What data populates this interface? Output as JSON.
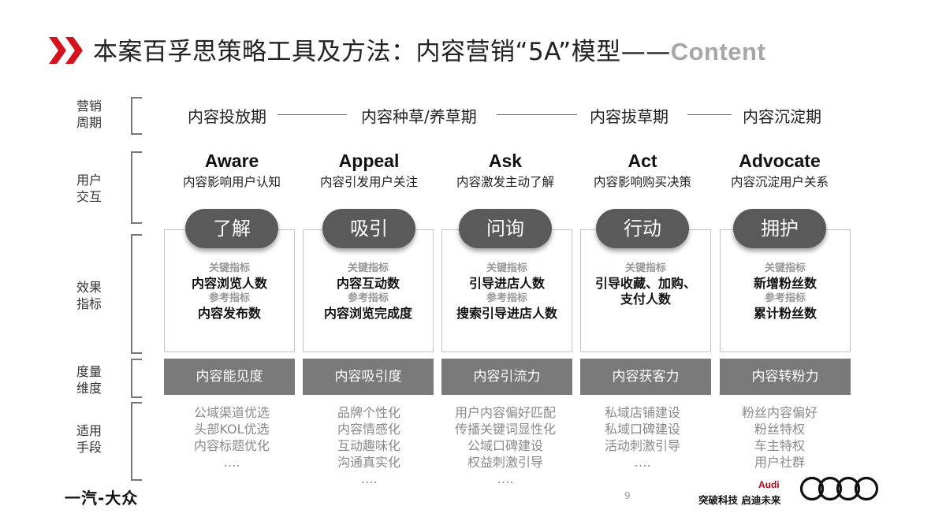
{
  "title": {
    "main": "本案百孚思策略工具及方法：内容营销“5A”模型——",
    "accent": "Content"
  },
  "row_labels": {
    "cycle": "营销\n周期",
    "interaction": "用户\n交互",
    "metrics": "效果\n指标",
    "dimension": "度量\n维度",
    "methods": "适用\n手段"
  },
  "cycle": [
    "内容投放期",
    "内容种草/养草期",
    "内容拔草期",
    "内容沉淀期"
  ],
  "columns": [
    {
      "head": "Aware",
      "sub": "内容影响用户认知",
      "pill": "了解",
      "key_label": "关键指标",
      "key_value": "内容浏览人数",
      "ref_label": "参考指标",
      "ref_value": "内容发布数",
      "dimension": "内容能见度",
      "methods": [
        "公域渠道优选",
        "头部KOL优选",
        "内容标题优化",
        "…."
      ]
    },
    {
      "head": "Appeal",
      "sub": "内容引发用户关注",
      "pill": "吸引",
      "key_label": "关键指标",
      "key_value": "内容互动数",
      "ref_label": "参考指标",
      "ref_value": "内容浏览完成度",
      "dimension": "内容吸引度",
      "methods": [
        "品牌个性化",
        "内容情感化",
        "互动趣味化",
        "沟通真实化",
        "…."
      ]
    },
    {
      "head": "Ask",
      "sub": "内容激发主动了解",
      "pill": "问询",
      "key_label": "关键指标",
      "key_value": "引导进店人数",
      "ref_label": "参考指标",
      "ref_value": "搜索引导进店人数",
      "dimension": "内容引流力",
      "methods": [
        "用户内容偏好匹配",
        "传播关键词显性化",
        "公域口碑建设",
        "权益刺激引导",
        "…."
      ]
    },
    {
      "head": "Act",
      "sub": "内容影响购买决策",
      "pill": "行动",
      "key_label": "关键指标",
      "key_value": "引导收藏、加购、\n支付人数",
      "ref_label": "",
      "ref_value": "",
      "dimension": "内容获客力",
      "methods": [
        "私域店铺建设",
        "私域口碑建设",
        "活动刺激引导",
        "…."
      ]
    },
    {
      "head": "Advocate",
      "sub": "内容沉淀用户关系",
      "pill": "拥护",
      "key_label": "关键指标",
      "key_value": "新增粉丝数",
      "ref_label": "参考指标",
      "ref_value": "累计粉丝数",
      "dimension": "内容转粉力",
      "methods": [
        "粉丝内容偏好",
        "粉丝特权",
        "车主特权",
        "用户社群"
      ]
    }
  ],
  "footer": {
    "logo_left": "一汽-大众",
    "page_number": "9",
    "brand": "Audi",
    "slogan": "突破科技  启迪未来"
  },
  "colors": {
    "accent_red": "#d3121c",
    "pill_gray": "#5a5a5a",
    "dim_gray": "#7a7a7a",
    "method_gray": "#8a8a8a"
  }
}
